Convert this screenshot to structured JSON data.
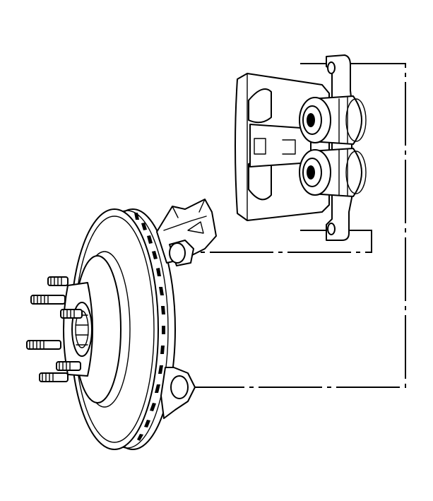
{
  "diagram": {
    "components": [
      {
        "id": "caliper",
        "icon": "brake-caliper-icon"
      },
      {
        "id": "caliper-bracket",
        "icon": "caliper-mounting-bracket-icon"
      },
      {
        "id": "rotor",
        "icon": "brake-rotor-icon"
      },
      {
        "id": "hub",
        "icon": "wheel-hub-icon"
      },
      {
        "id": "wheel-studs",
        "icon": "wheel-stud-icon"
      }
    ],
    "connections": [
      {
        "from": "caliper-upper-bolt",
        "to": "lower-mounting-boss"
      },
      {
        "from": "caliper-lower-bolt",
        "to": "upper-mounting-boss"
      }
    ]
  }
}
